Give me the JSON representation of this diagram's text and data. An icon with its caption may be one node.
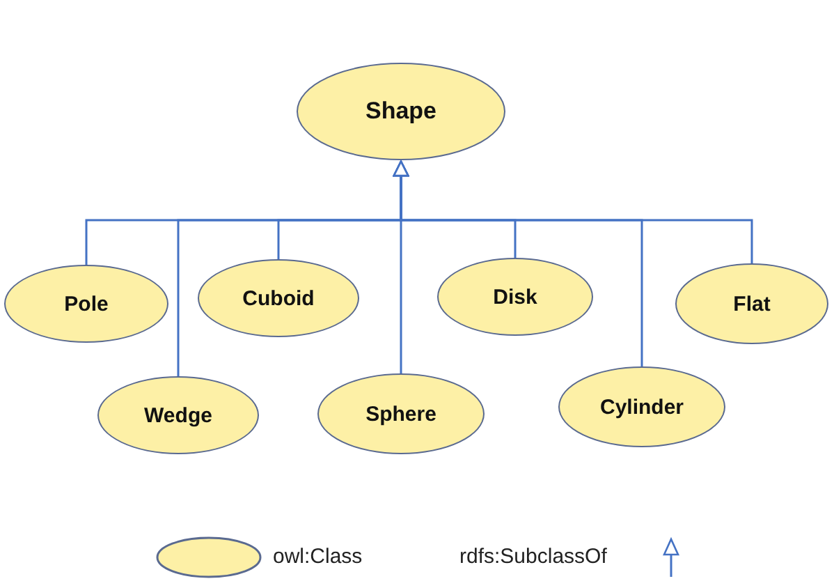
{
  "diagram": {
    "nodes": [
      {
        "text": [
          "Shape"
        ]
      },
      {
        "text": [
          "Pole"
        ]
      },
      {
        "text": [
          "Wedge"
        ]
      },
      {
        "text": [
          "Cuboid"
        ]
      },
      {
        "text": [
          "Sphere"
        ]
      },
      {
        "text": [
          "Disk"
        ]
      },
      {
        "text": [
          "Cylinder"
        ]
      },
      {
        "text": [
          "Flat"
        ]
      }
    ],
    "edges": [
      {
        "from": 1,
        "to": 0,
        "arrow": "to"
      },
      {
        "from": 2,
        "to": 0,
        "arrow": "to"
      },
      {
        "from": 3,
        "to": 0,
        "arrow": "to"
      },
      {
        "from": 4,
        "to": 0,
        "arrow": "to"
      },
      {
        "from": 5,
        "to": 0,
        "arrow": "to"
      },
      {
        "from": 6,
        "to": 0,
        "arrow": "to"
      },
      {
        "from": 7,
        "to": 0,
        "arrow": "to"
      }
    ],
    "legend": [
      {
        "text": "owl:Class"
      },
      {
        "text": "rdfs:SubclassOf"
      }
    ]
  }
}
